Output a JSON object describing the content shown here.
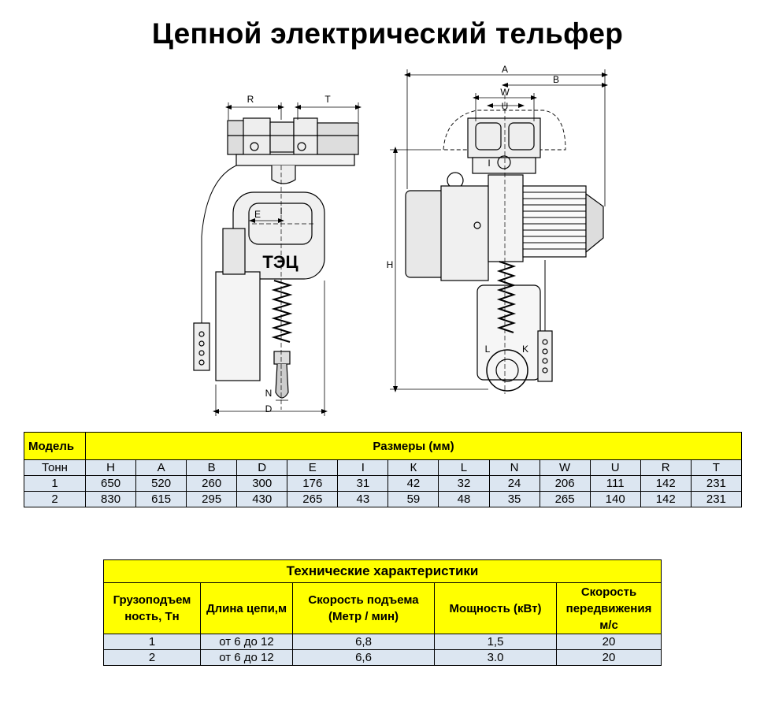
{
  "title": "Цепной электрический тельфер",
  "drawing": {
    "left_view_label": "ТЭЦ",
    "dimension_letters": {
      "R": "R",
      "T": "T",
      "E": "E",
      "I": "I",
      "N": "N",
      "D": "D",
      "A": "A",
      "B": "B",
      "W": "W",
      "U": "U",
      "H": "H",
      "L": "L",
      "K": "K"
    }
  },
  "dimensions_table": {
    "model_header": "Модель",
    "group_header": "Размеры (мм)",
    "columns": [
      "Тонн",
      "H",
      "A",
      "B",
      "D",
      "E",
      "I",
      "К",
      "L",
      "N",
      "W",
      "U",
      "R",
      "T"
    ],
    "rows": [
      [
        "1",
        "650",
        "520",
        "260",
        "300",
        "176",
        "31",
        "42",
        "32",
        "24",
        "206",
        "111",
        "142",
        "231"
      ],
      [
        "2",
        "830",
        "615",
        "295",
        "430",
        "265",
        "43",
        "59",
        "48",
        "35",
        "265",
        "140",
        "142",
        "231"
      ]
    ]
  },
  "specs_table": {
    "caption": "Технические характеристики",
    "headers": [
      [
        "Грузоподъем",
        "ность, Тн"
      ],
      [
        "Длина цепи,м"
      ],
      [
        "Скорость подъема",
        "(Метр / мин)"
      ],
      [
        "Мощность (кВт)"
      ],
      [
        "Скорость",
        "передвижения",
        "м/с"
      ]
    ],
    "rows": [
      [
        "1",
        "от 6 до 12",
        "6,8",
        "1,5",
        "20"
      ],
      [
        "2",
        "от 6 до 12",
        "6,6",
        "3.0",
        "20"
      ]
    ]
  },
  "colors": {
    "header_yellow": "#ffff00",
    "row_blue": "#dce6f1"
  }
}
